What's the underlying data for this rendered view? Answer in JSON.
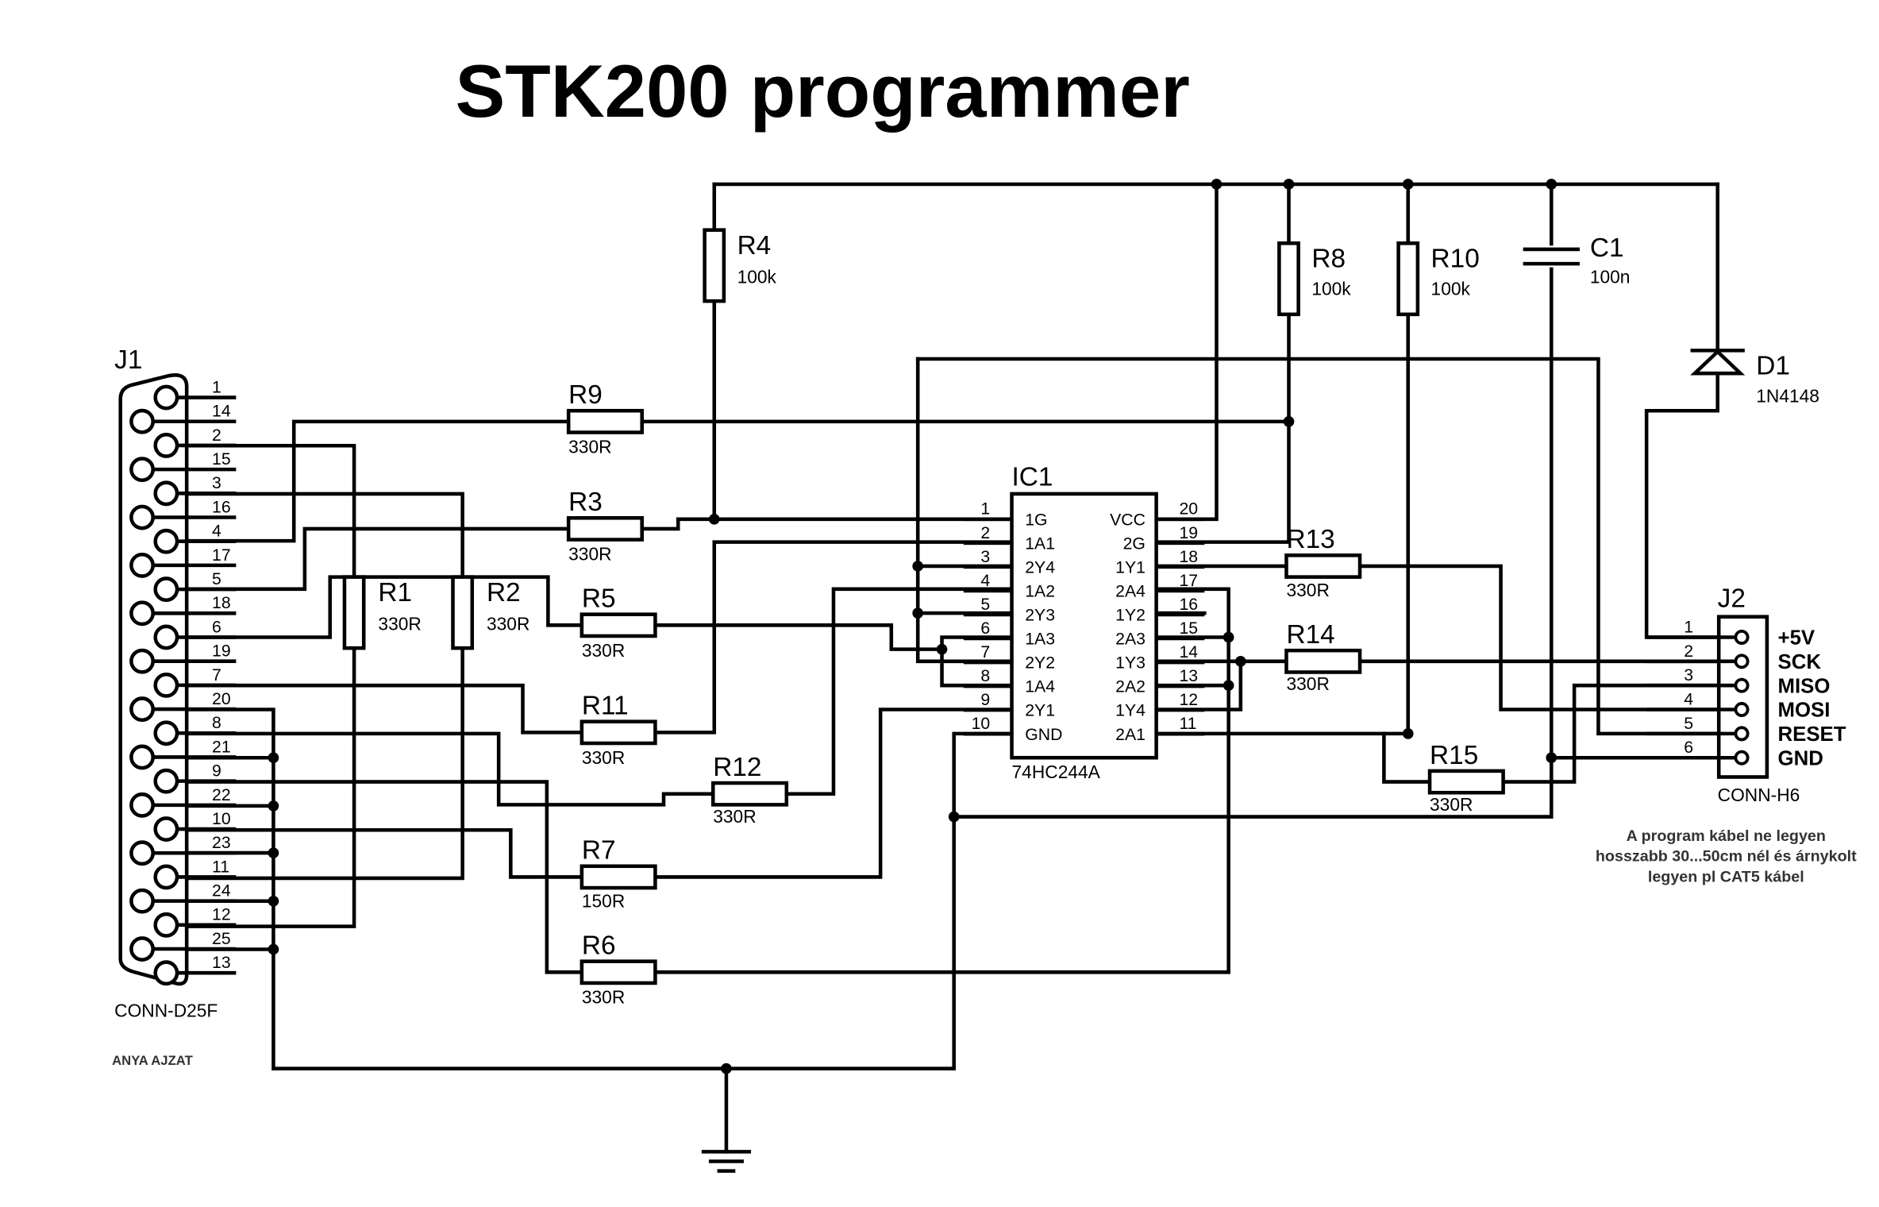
{
  "title": "STK200 programmer",
  "j1": {
    "ref": "J1",
    "part": "CONN-D25F",
    "note": "ANYA AJZAT",
    "pins": [
      "1",
      "14",
      "2",
      "15",
      "3",
      "16",
      "4",
      "17",
      "5",
      "18",
      "6",
      "19",
      "7",
      "20",
      "8",
      "21",
      "9",
      "22",
      "10",
      "23",
      "11",
      "24",
      "12",
      "25",
      "13"
    ]
  },
  "ic1": {
    "ref": "IC1",
    "part": "74HC244A",
    "left_pins": [
      {
        "num": "1",
        "name": "1G"
      },
      {
        "num": "2",
        "name": "1A1"
      },
      {
        "num": "3",
        "name": "2Y4"
      },
      {
        "num": "4",
        "name": "1A2"
      },
      {
        "num": "5",
        "name": "2Y3"
      },
      {
        "num": "6",
        "name": "1A3"
      },
      {
        "num": "7",
        "name": "2Y2"
      },
      {
        "num": "8",
        "name": "1A4"
      },
      {
        "num": "9",
        "name": "2Y1"
      },
      {
        "num": "10",
        "name": "GND"
      }
    ],
    "right_pins": [
      {
        "num": "20",
        "name": "VCC"
      },
      {
        "num": "19",
        "name": "2G"
      },
      {
        "num": "18",
        "name": "1Y1"
      },
      {
        "num": "17",
        "name": "2A4"
      },
      {
        "num": "16",
        "name": "1Y2"
      },
      {
        "num": "15",
        "name": "2A3"
      },
      {
        "num": "14",
        "name": "1Y3"
      },
      {
        "num": "13",
        "name": "2A2"
      },
      {
        "num": "12",
        "name": "1Y4"
      },
      {
        "num": "11",
        "name": "2A1"
      }
    ]
  },
  "j2": {
    "ref": "J2",
    "part": "CONN-H6",
    "pins": [
      {
        "num": "1",
        "signal": "+5V"
      },
      {
        "num": "2",
        "signal": "SCK"
      },
      {
        "num": "3",
        "signal": "MISO"
      },
      {
        "num": "4",
        "signal": "MOSI"
      },
      {
        "num": "5",
        "signal": "RESET"
      },
      {
        "num": "6",
        "signal": "GND"
      }
    ]
  },
  "components": {
    "R1": {
      "ref": "R1",
      "value": "330R"
    },
    "R2": {
      "ref": "R2",
      "value": "330R"
    },
    "R3": {
      "ref": "R3",
      "value": "330R"
    },
    "R4": {
      "ref": "R4",
      "value": "100k"
    },
    "R5": {
      "ref": "R5",
      "value": "330R"
    },
    "R6": {
      "ref": "R6",
      "value": "330R"
    },
    "R7": {
      "ref": "R7",
      "value": "150R"
    },
    "R8": {
      "ref": "R8",
      "value": "100k"
    },
    "R9": {
      "ref": "R9",
      "value": "330R"
    },
    "R10": {
      "ref": "R10",
      "value": "100k"
    },
    "R11": {
      "ref": "R11",
      "value": "330R"
    },
    "R12": {
      "ref": "R12",
      "value": "330R"
    },
    "R13": {
      "ref": "R13",
      "value": "330R"
    },
    "R14": {
      "ref": "R14",
      "value": "330R"
    },
    "R15": {
      "ref": "R15",
      "value": "330R"
    },
    "C1": {
      "ref": "C1",
      "value": "100n"
    },
    "D1": {
      "ref": "D1",
      "value": "1N4148"
    }
  },
  "cable_note": [
    "A program kábel ne legyen",
    "hosszabb 30...50cm nél és árnykolt",
    "legyen pl CAT5 kábel"
  ]
}
